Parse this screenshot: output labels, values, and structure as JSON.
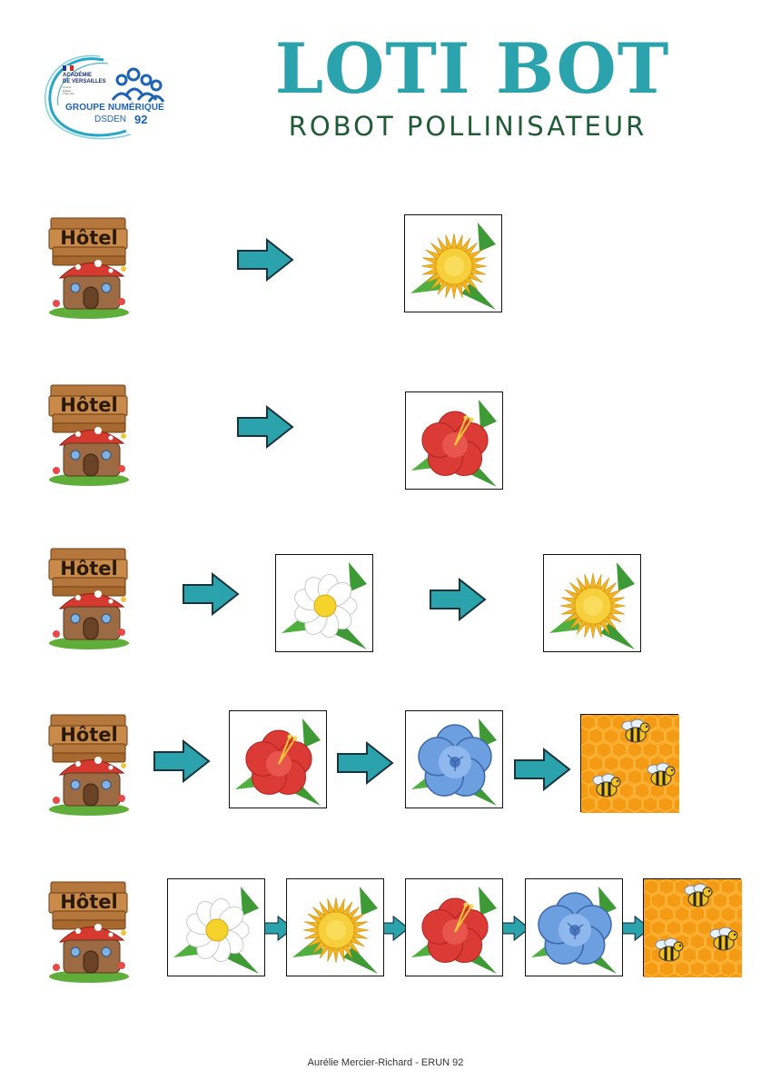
{
  "logo": {
    "academie": [
      "ACADÉMIE",
      "DE VERSAILLES"
    ],
    "motto": [
      "Liberté",
      "Égalité",
      "Fraternité"
    ],
    "group": "GROUPE NUMÉRIQUE",
    "dsden": "DSDEN",
    "dept": "92"
  },
  "title": "LOTI BOT",
  "subtitle": "ROBOT POLLINISATEUR",
  "hotel_label": "Hôtel",
  "rows": [
    [
      "yellow-flower"
    ],
    [
      "red-flower"
    ],
    [
      "white-flower",
      "yellow-flower"
    ],
    [
      "red-flower",
      "blue-flower",
      "honeycomb"
    ],
    [
      "white-flower",
      "yellow-flower",
      "red-flower",
      "blue-flower",
      "honeycomb"
    ]
  ],
  "colors": {
    "arrow": "#2ba3ad",
    "title": "#2ba3ad",
    "subtitle": "#1f5b34"
  },
  "footer": "Aurélie Mercier-Richard - ERUN 92"
}
